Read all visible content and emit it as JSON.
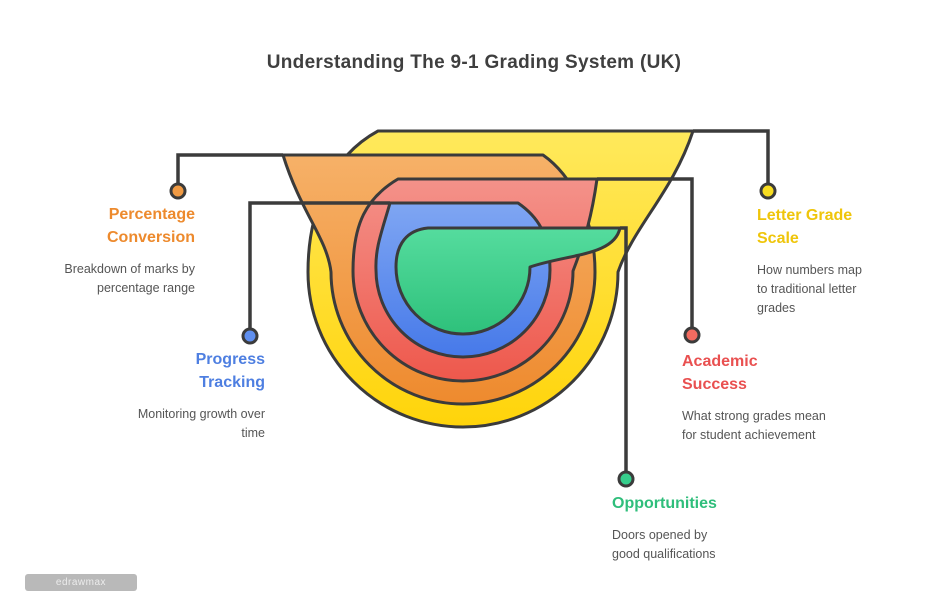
{
  "title": "Understanding The 9-1 Grading System (UK)",
  "watermark": "edrawmax",
  "diagram": {
    "type": "nested-funnel-onion",
    "layer_order_outer_to_inner": [
      "letter_grade_scale",
      "percentage_conversion",
      "academic_success",
      "progress_tracking",
      "opportunities"
    ],
    "outline_color": "#3b3b3b"
  },
  "items": {
    "percentage_conversion": {
      "label": "Percentage Conversion",
      "color": "#ED8A2D",
      "dot_color": "#F09A43",
      "side": "left",
      "desc": [
        "Breakdown of marks by",
        "percentage range"
      ]
    },
    "progress_tracking": {
      "label": "Progress Tracking",
      "color": "#4E7FE1",
      "dot_color": "#5F8FEF",
      "side": "left",
      "desc": [
        "Monitoring growth over",
        "time"
      ]
    },
    "letter_grade_scale": {
      "label": "Letter Grade Scale",
      "color": "#EFC50A",
      "dot_color": "#F8DD20",
      "side": "right",
      "desc": [
        "How numbers map",
        "to traditional letter",
        "grades"
      ]
    },
    "academic_success": {
      "label": "Academic Success",
      "color": "#E95050",
      "dot_color": "#F26B60",
      "side": "right",
      "desc": [
        "What strong grades mean",
        "for student achievement"
      ]
    },
    "opportunities": {
      "label": "Opportunities",
      "color": "#2FBE7B",
      "dot_color": "#36CE8C",
      "side": "bottom",
      "desc": [
        "Doors opened by",
        "good qualifications"
      ]
    }
  }
}
